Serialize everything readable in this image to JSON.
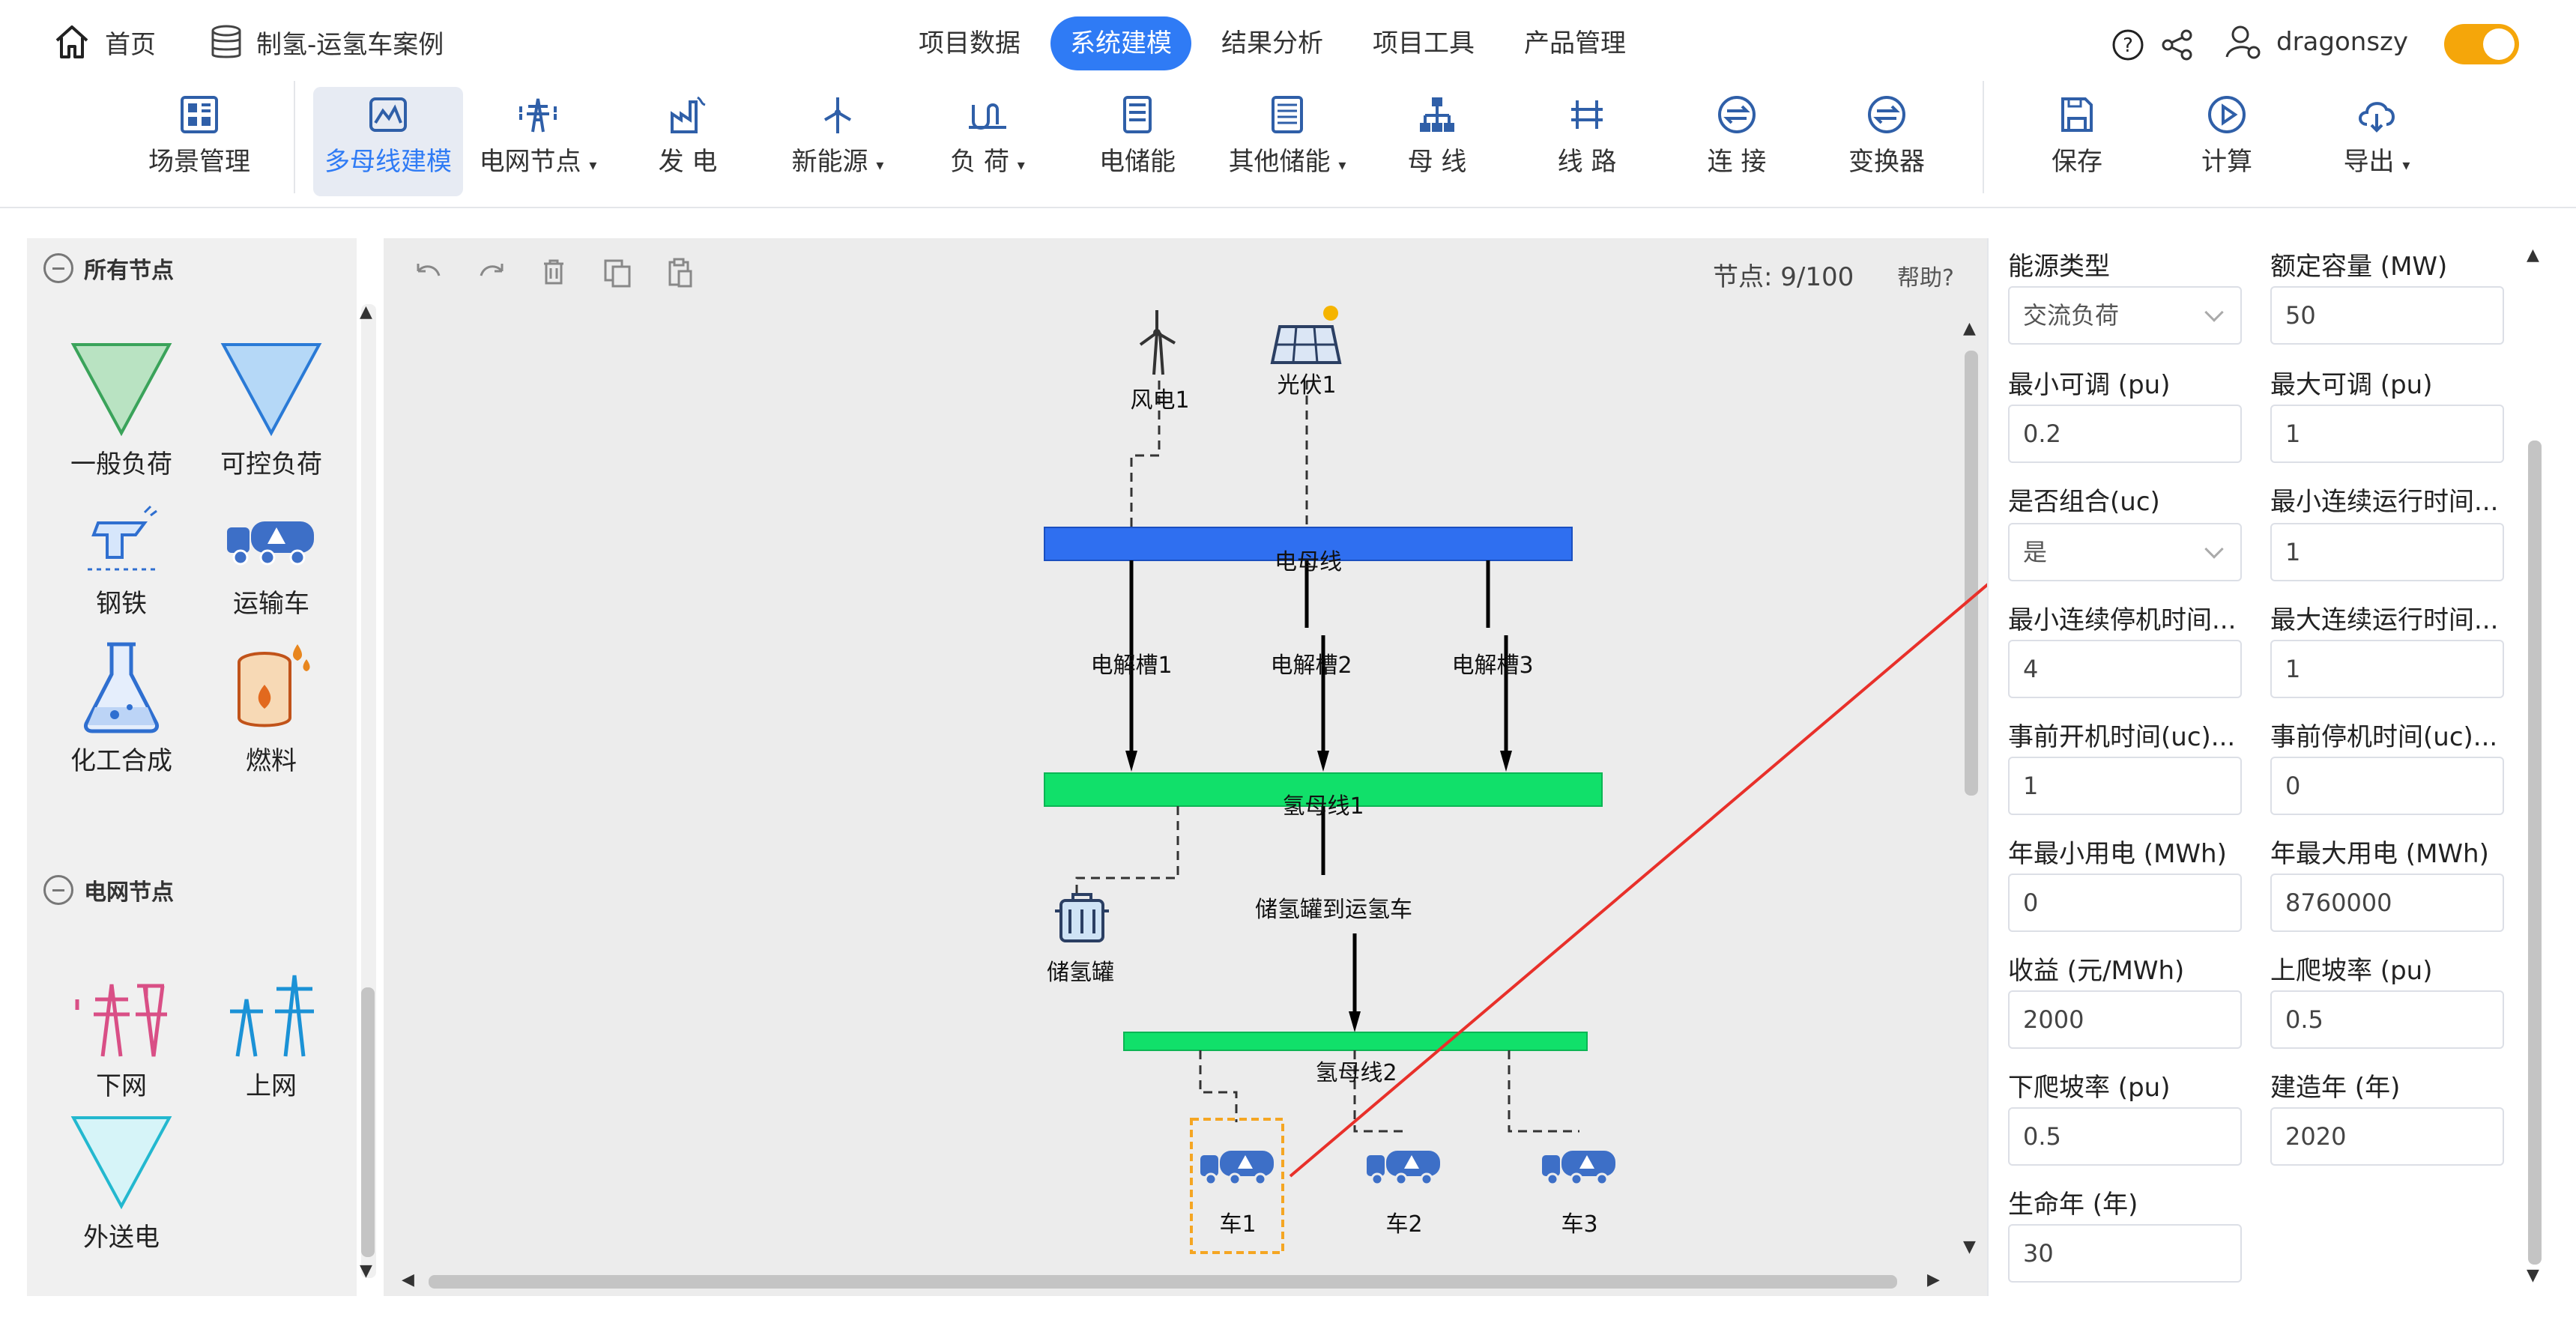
{
  "topbar": {
    "home_label": "首页",
    "project_label": "制氢-运氢车案例",
    "tabs": [
      "项目数据",
      "系统建模",
      "结果分析",
      "项目工具",
      "产品管理"
    ],
    "active_tab": "系统建模",
    "username": "dragonszy",
    "accent": "#2f7bf5",
    "toggle_color": "#f5a60a"
  },
  "toolbar": {
    "items": [
      {
        "label": "场景管理",
        "icon": "grid-icon"
      },
      {
        "label": "多母线建模",
        "icon": "multibus-icon"
      },
      {
        "label": "电网节点",
        "icon": "tower-icon",
        "dropdown": "▾"
      },
      {
        "label": "发 电",
        "icon": "plant-icon"
      },
      {
        "label": "新能源",
        "icon": "wind-icon",
        "dropdown": "▾"
      },
      {
        "label": "负 荷",
        "icon": "load-icon",
        "dropdown": "▾"
      },
      {
        "label": "电储能",
        "icon": "battery-icon"
      },
      {
        "label": "其他储能",
        "icon": "storage-icon",
        "dropdown": "▾"
      },
      {
        "label": "母 线",
        "icon": "bus-icon"
      },
      {
        "label": "线 路",
        "icon": "line-icon"
      },
      {
        "label": "连 接",
        "icon": "link-icon"
      },
      {
        "label": "变换器",
        "icon": "converter-icon"
      },
      {
        "label": "保存",
        "icon": "save-icon"
      },
      {
        "label": "计算",
        "icon": "play-icon"
      },
      {
        "label": "导出",
        "icon": "cloud-download-icon",
        "dropdown": "▾"
      }
    ]
  },
  "left": {
    "section_all": "所有节点",
    "all_nodes": [
      {
        "label": "一般负荷"
      },
      {
        "label": "可控负荷"
      },
      {
        "label": "钢铁"
      },
      {
        "label": "运输车"
      },
      {
        "label": "化工合成"
      },
      {
        "label": "燃料"
      }
    ],
    "section_grid": "电网节点",
    "grid_nodes": [
      {
        "label": "下网"
      },
      {
        "label": "上网"
      },
      {
        "label": "外送电"
      }
    ]
  },
  "canvas": {
    "node_count_label": "节点:",
    "node_count": "9/100",
    "help": "帮助?",
    "labels": {
      "wind": "风电1",
      "pv": "光伏1",
      "elec_bus": "电母线",
      "ely1": "电解槽1",
      "ely2": "电解槽2",
      "ely3": "电解槽3",
      "h2bus1": "氢母线1",
      "tank": "储氢罐",
      "tank_link": "储氢罐到运氢车",
      "h2bus2": "氢母线2",
      "car1": "车1",
      "car2": "车2",
      "car3": "车3"
    },
    "colors": {
      "elec_bus": "#2f6ff0",
      "h2bus": "#11e06a",
      "selection": "#f5a623",
      "arrow": "#e8302a"
    }
  },
  "props": {
    "fields": [
      {
        "label": "能源类型",
        "value": "交流负荷",
        "select": true
      },
      {
        "label": "额定容量 (MW)",
        "value": "50"
      },
      {
        "label": "最小可调 (pu)",
        "value": "0.2"
      },
      {
        "label": "最大可调 (pu)",
        "value": "1"
      },
      {
        "label": "是否组合(uc)",
        "value": "是",
        "select": true
      },
      {
        "label": "最小连续运行时间...",
        "value": "1"
      },
      {
        "label": "最小连续停机时间...",
        "value": "4"
      },
      {
        "label": "最大连续运行时间...",
        "value": "1"
      },
      {
        "label": "事前开机时间(uc)...",
        "value": "1"
      },
      {
        "label": "事前停机时间(uc)...",
        "value": "0"
      },
      {
        "label": "年最小用电 (MWh)",
        "value": "0"
      },
      {
        "label": "年最大用电 (MWh)",
        "value": "8760000"
      },
      {
        "label": "收益 (元/MWh)",
        "value": "2000"
      },
      {
        "label": "上爬坡率 (pu)",
        "value": "0.5"
      },
      {
        "label": "下爬坡率 (pu)",
        "value": "0.5"
      },
      {
        "label": "建造年 (年)",
        "value": "2020"
      },
      {
        "label": "生命年 (年)",
        "value": "30"
      }
    ]
  }
}
